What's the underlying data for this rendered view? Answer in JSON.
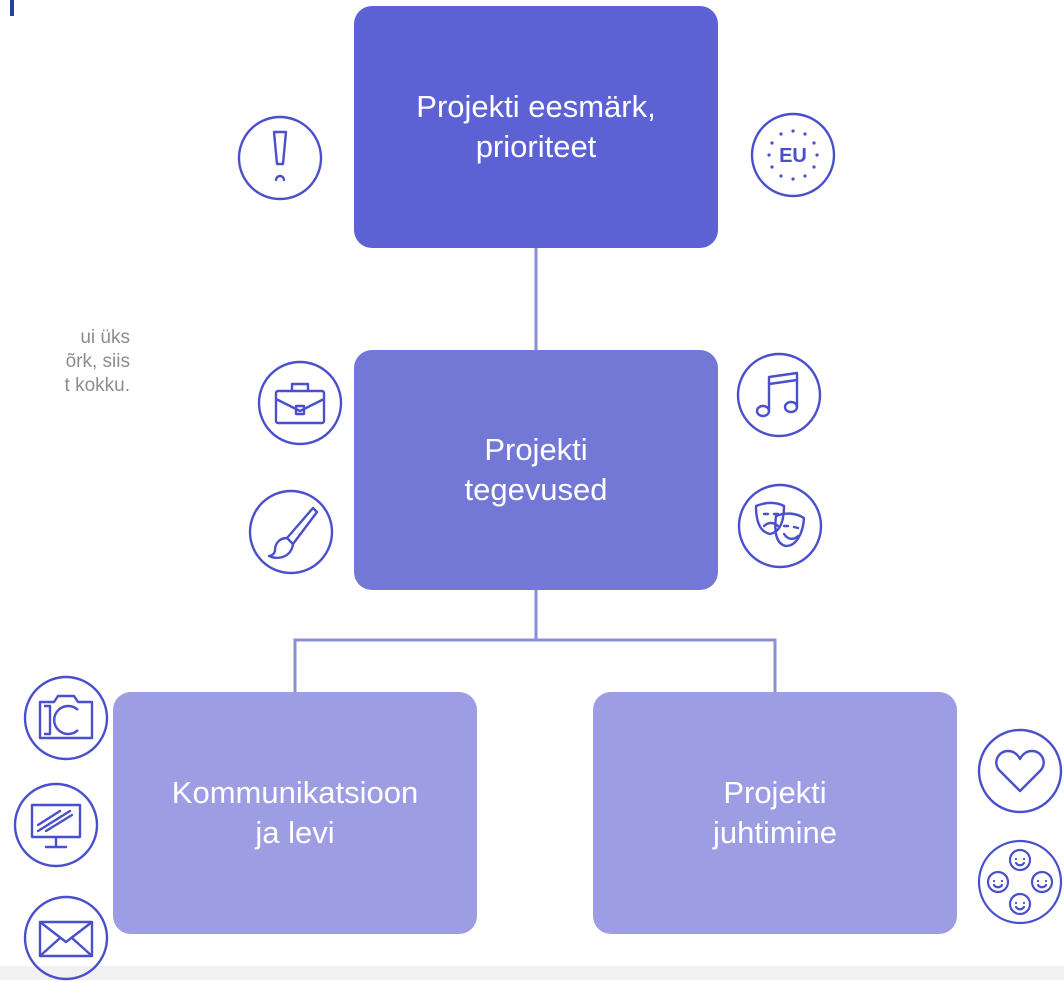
{
  "colors": {
    "box_top": "#5c62d4",
    "box_middle": "#7378d6",
    "box_bottom": "#9c9de3",
    "icon_stroke": "#4a4fcc",
    "connector": "#8a8fd9",
    "side_text": "#8d8d8d"
  },
  "side_text": {
    "line1": "ui üks",
    "line2": "õrk, siis",
    "line3": "t kokku."
  },
  "boxes": {
    "goal": "Projekti eesmärk,\nprioriteet",
    "activities": "Projekti\ntegevused",
    "communication": "Kommunikatsioon\nja  levi",
    "management": "Projekti\njuhtimine"
  },
  "icons": {
    "left_of_goal": "exclamation-icon",
    "right_of_goal": "eu-stars-icon",
    "left_of_activities": [
      "briefcase-icon",
      "paintbrush-icon"
    ],
    "right_of_activities": [
      "music-note-icon",
      "theater-masks-icon"
    ],
    "left_of_communication": [
      "camera-icon",
      "monitor-icon",
      "envelope-icon"
    ],
    "right_of_management": [
      "heart-icon",
      "people-circle-icon"
    ],
    "eu_label": "EU"
  }
}
